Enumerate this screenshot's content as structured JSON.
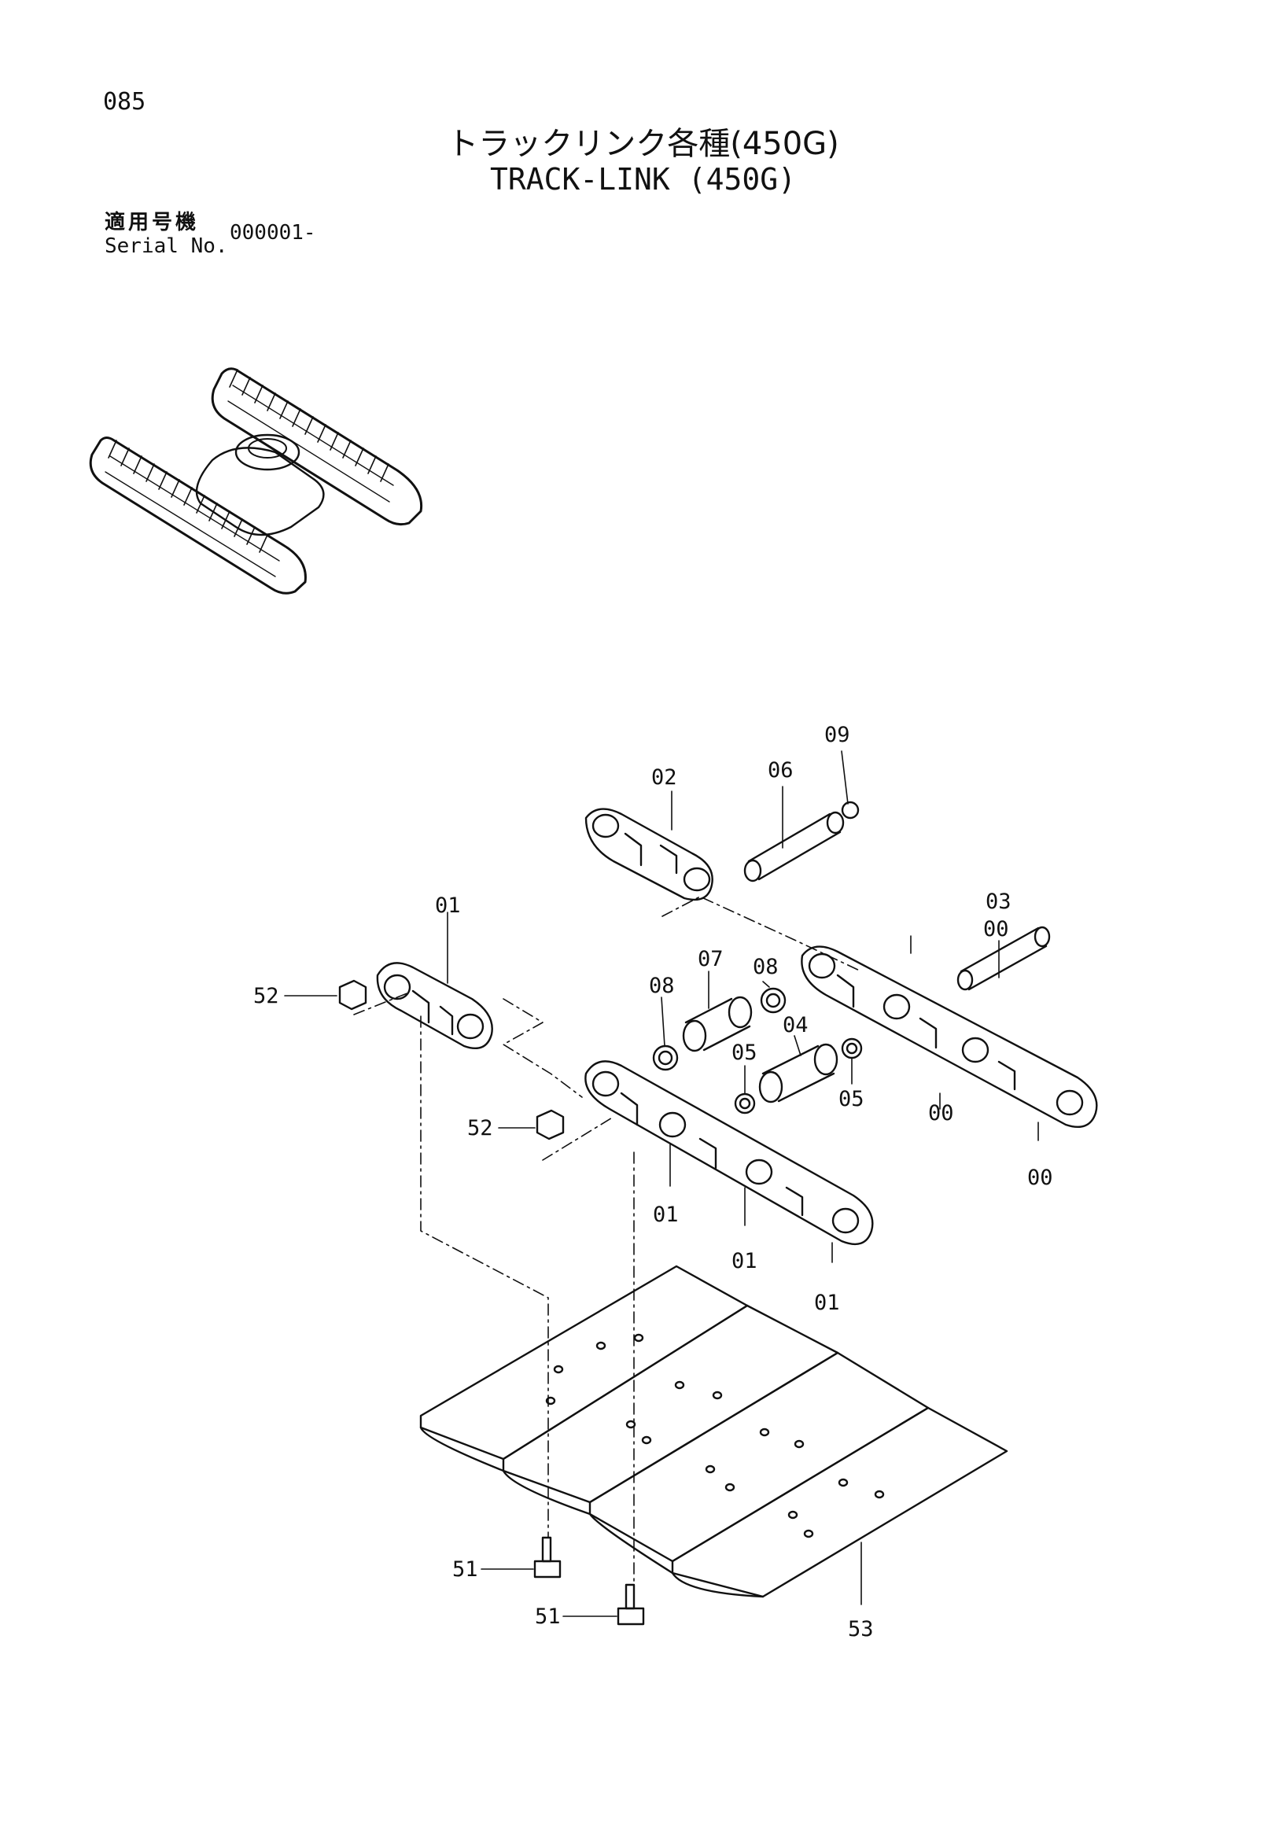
{
  "page_number": "085",
  "title": {
    "japanese": "トラックリンク各種(450G)",
    "english": "TRACK-LINK (450G)"
  },
  "serial": {
    "label_jp": "適用号機",
    "label_en": "Serial No.",
    "value": "000001-"
  },
  "callouts": {
    "c00a": "00",
    "c00b": "00",
    "c00c": "00",
    "c01a": "01",
    "c01b": "01",
    "c01c": "01",
    "c01d": "01",
    "c02": "02",
    "c03": "03",
    "c04": "04",
    "c05a": "05",
    "c05b": "05",
    "c06": "06",
    "c07": "07",
    "c08a": "08",
    "c08b": "08",
    "c09": "09",
    "c51a": "51",
    "c51b": "51",
    "c52a": "52",
    "c52b": "52",
    "c53": "53"
  }
}
